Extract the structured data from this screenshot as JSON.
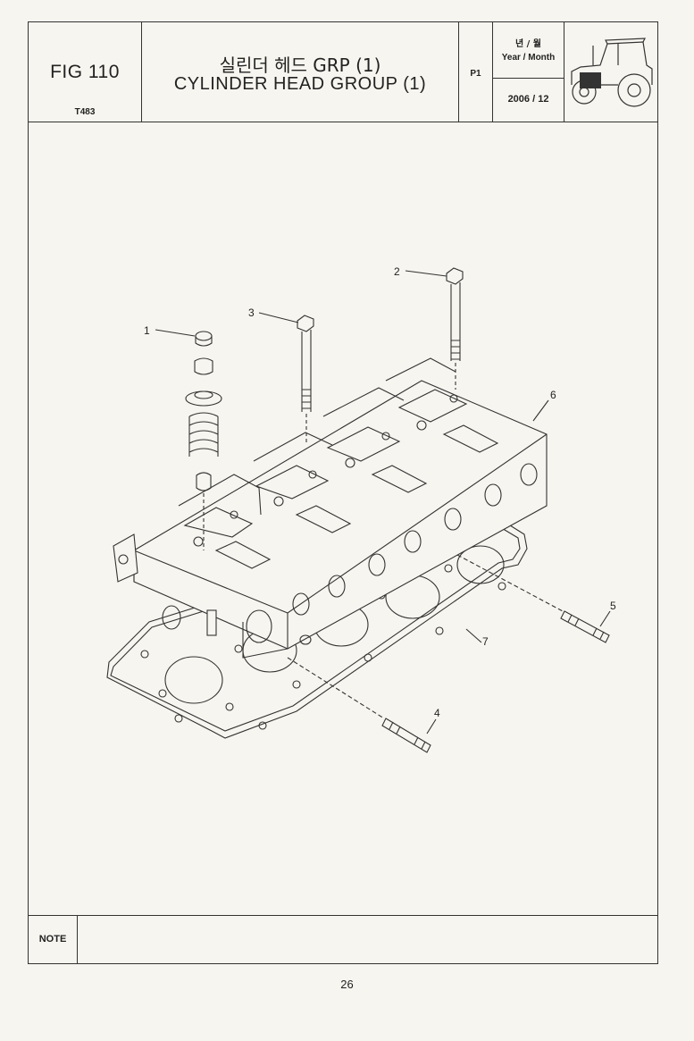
{
  "header": {
    "figure": "FIG 110",
    "model": "T483",
    "title_ko": "실린더 헤드 GRP (1)",
    "title_en": "CYLINDER HEAD GROUP (1)",
    "page_code": "P1",
    "date_label_ko": "년 / 월",
    "date_label_en": "Year / Month",
    "date_value": "2006  / 12"
  },
  "callouts": [
    "1",
    "2",
    "3",
    "4",
    "5",
    "6",
    "7"
  ],
  "note": {
    "label": "NOTE"
  },
  "page_number": "26"
}
